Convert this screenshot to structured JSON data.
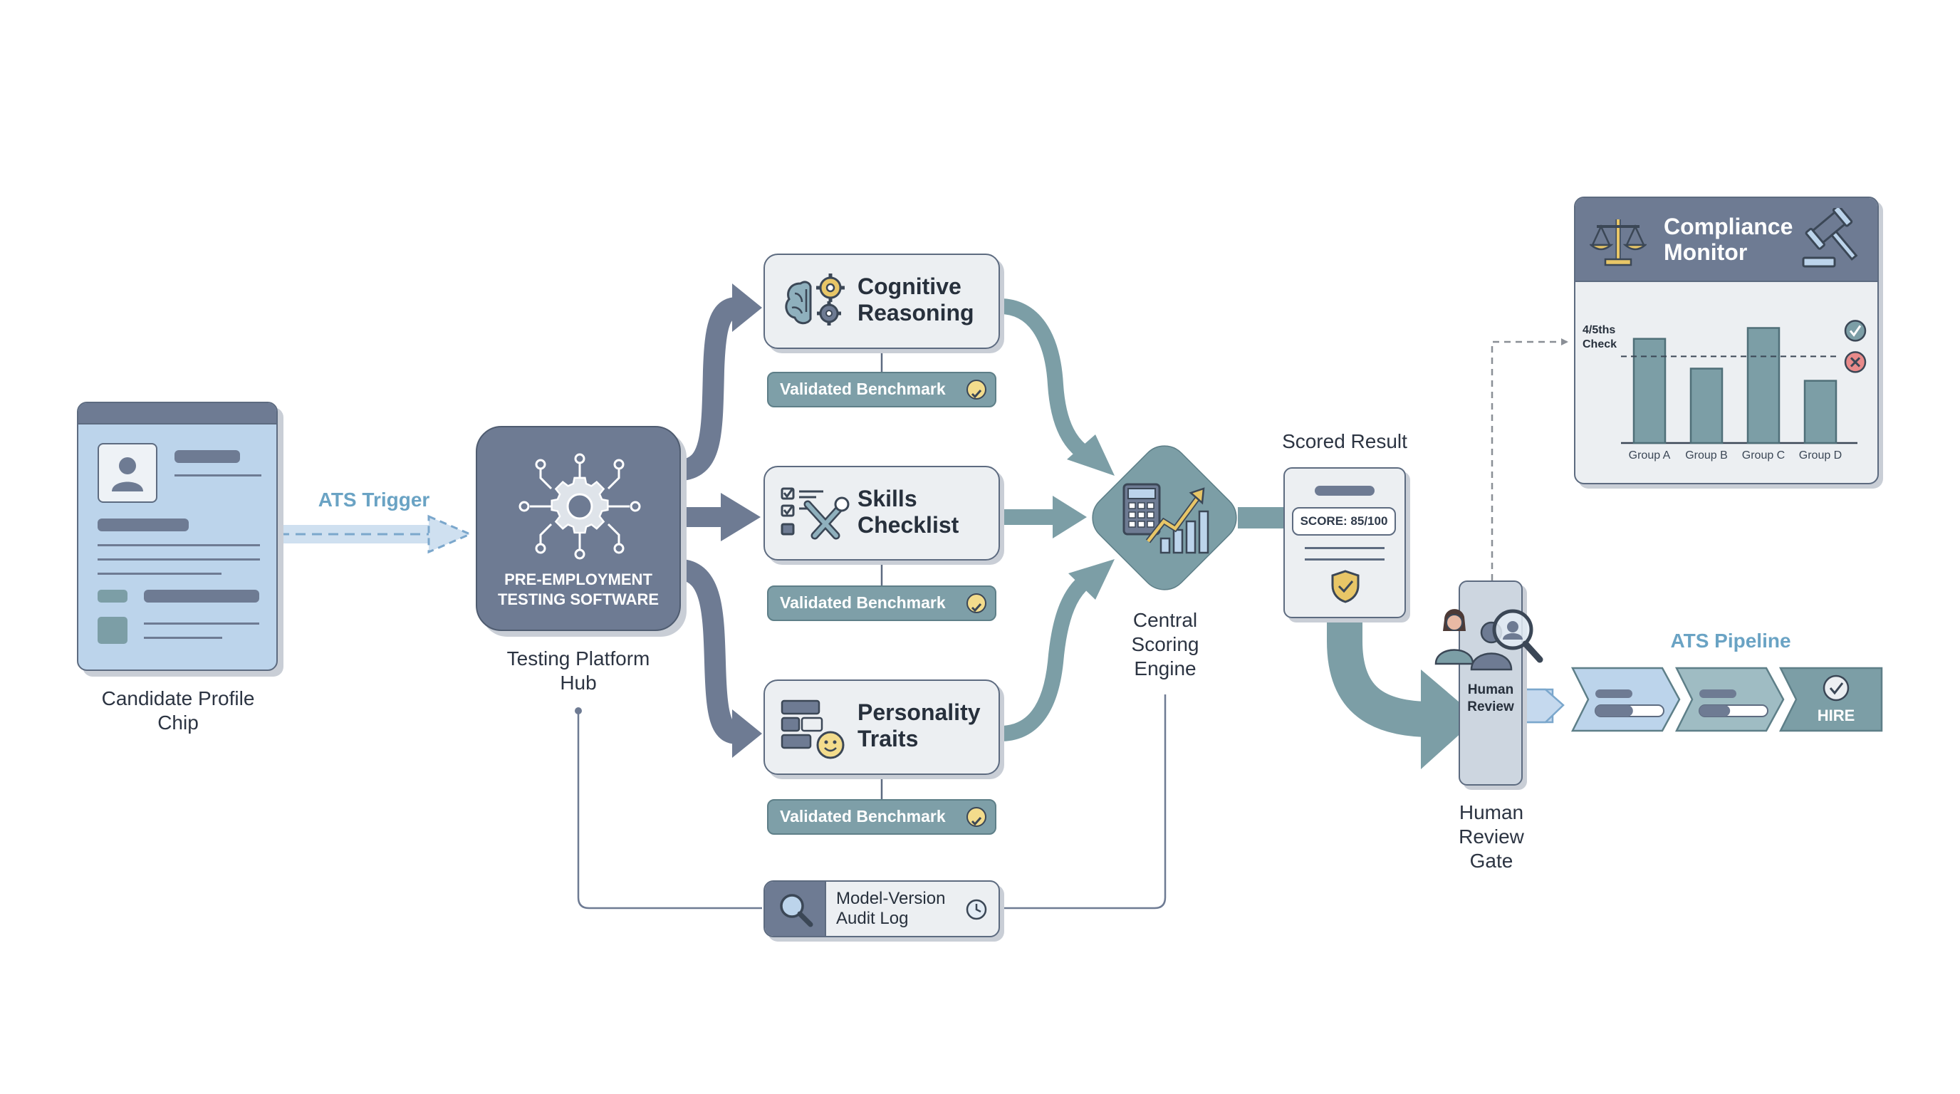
{
  "candidate": {
    "label_line1": "Candidate Profile",
    "label_line2": "Chip"
  },
  "ats_trigger": "ATS Trigger",
  "hub": {
    "inner_line1": "PRE-EMPLOYMENT",
    "inner_line2": "TESTING SOFTWARE",
    "label_line1": "Testing Platform",
    "label_line2": "Hub"
  },
  "tests": [
    {
      "title_line1": "Cognitive",
      "title_line2": "Reasoning",
      "badge": "Validated Benchmark",
      "icon": "brain-gears-icon"
    },
    {
      "title_line1": "Skills",
      "title_line2": "Checklist",
      "badge": "Validated Benchmark",
      "icon": "checklist-tools-icon"
    },
    {
      "title_line1": "Personality",
      "title_line2": "Traits",
      "badge": "Validated Benchmark",
      "icon": "traits-smiley-icon"
    }
  ],
  "audit_log": {
    "line1": "Model-Version",
    "line2": "Audit Log",
    "icon": "magnifier-icon",
    "clock_icon": "clock-icon"
  },
  "engine": {
    "label_line1": "Central",
    "label_line2": "Scoring",
    "label_line3": "Engine",
    "icon": "calculator-chart-icon"
  },
  "scored_result": {
    "title": "Scored Result",
    "score": "SCORE: 85/100",
    "icon": "shield-check-icon"
  },
  "compliance": {
    "title_line1": "Compliance",
    "title_line2": "Monitor",
    "check_label_line1": "4/5ths",
    "check_label_line2": "Check",
    "groups": [
      "Group A",
      "Group B",
      "Group C",
      "Group D"
    ],
    "bar_levels": [
      0.77,
      0.55,
      0.85,
      0.46
    ],
    "threshold_level": 0.64,
    "status_icons": [
      "pass-check-icon",
      "fail-x-icon"
    ]
  },
  "human_review": {
    "inner_line1": "Human",
    "inner_line2": "Review",
    "label_line1": "Human",
    "label_line2": "Review",
    "label_line3": "Gate"
  },
  "ats_pipeline": {
    "title": "ATS Pipeline",
    "stage_progress": [
      0.55,
      0.45
    ],
    "final_stage": "HIRE"
  },
  "colors": {
    "slate": "#6e7b93",
    "teal": "#7c9ea6",
    "light_blue": "#bdd4ea",
    "accent_blue": "#6aa3c4",
    "gold": "#e8c667"
  }
}
